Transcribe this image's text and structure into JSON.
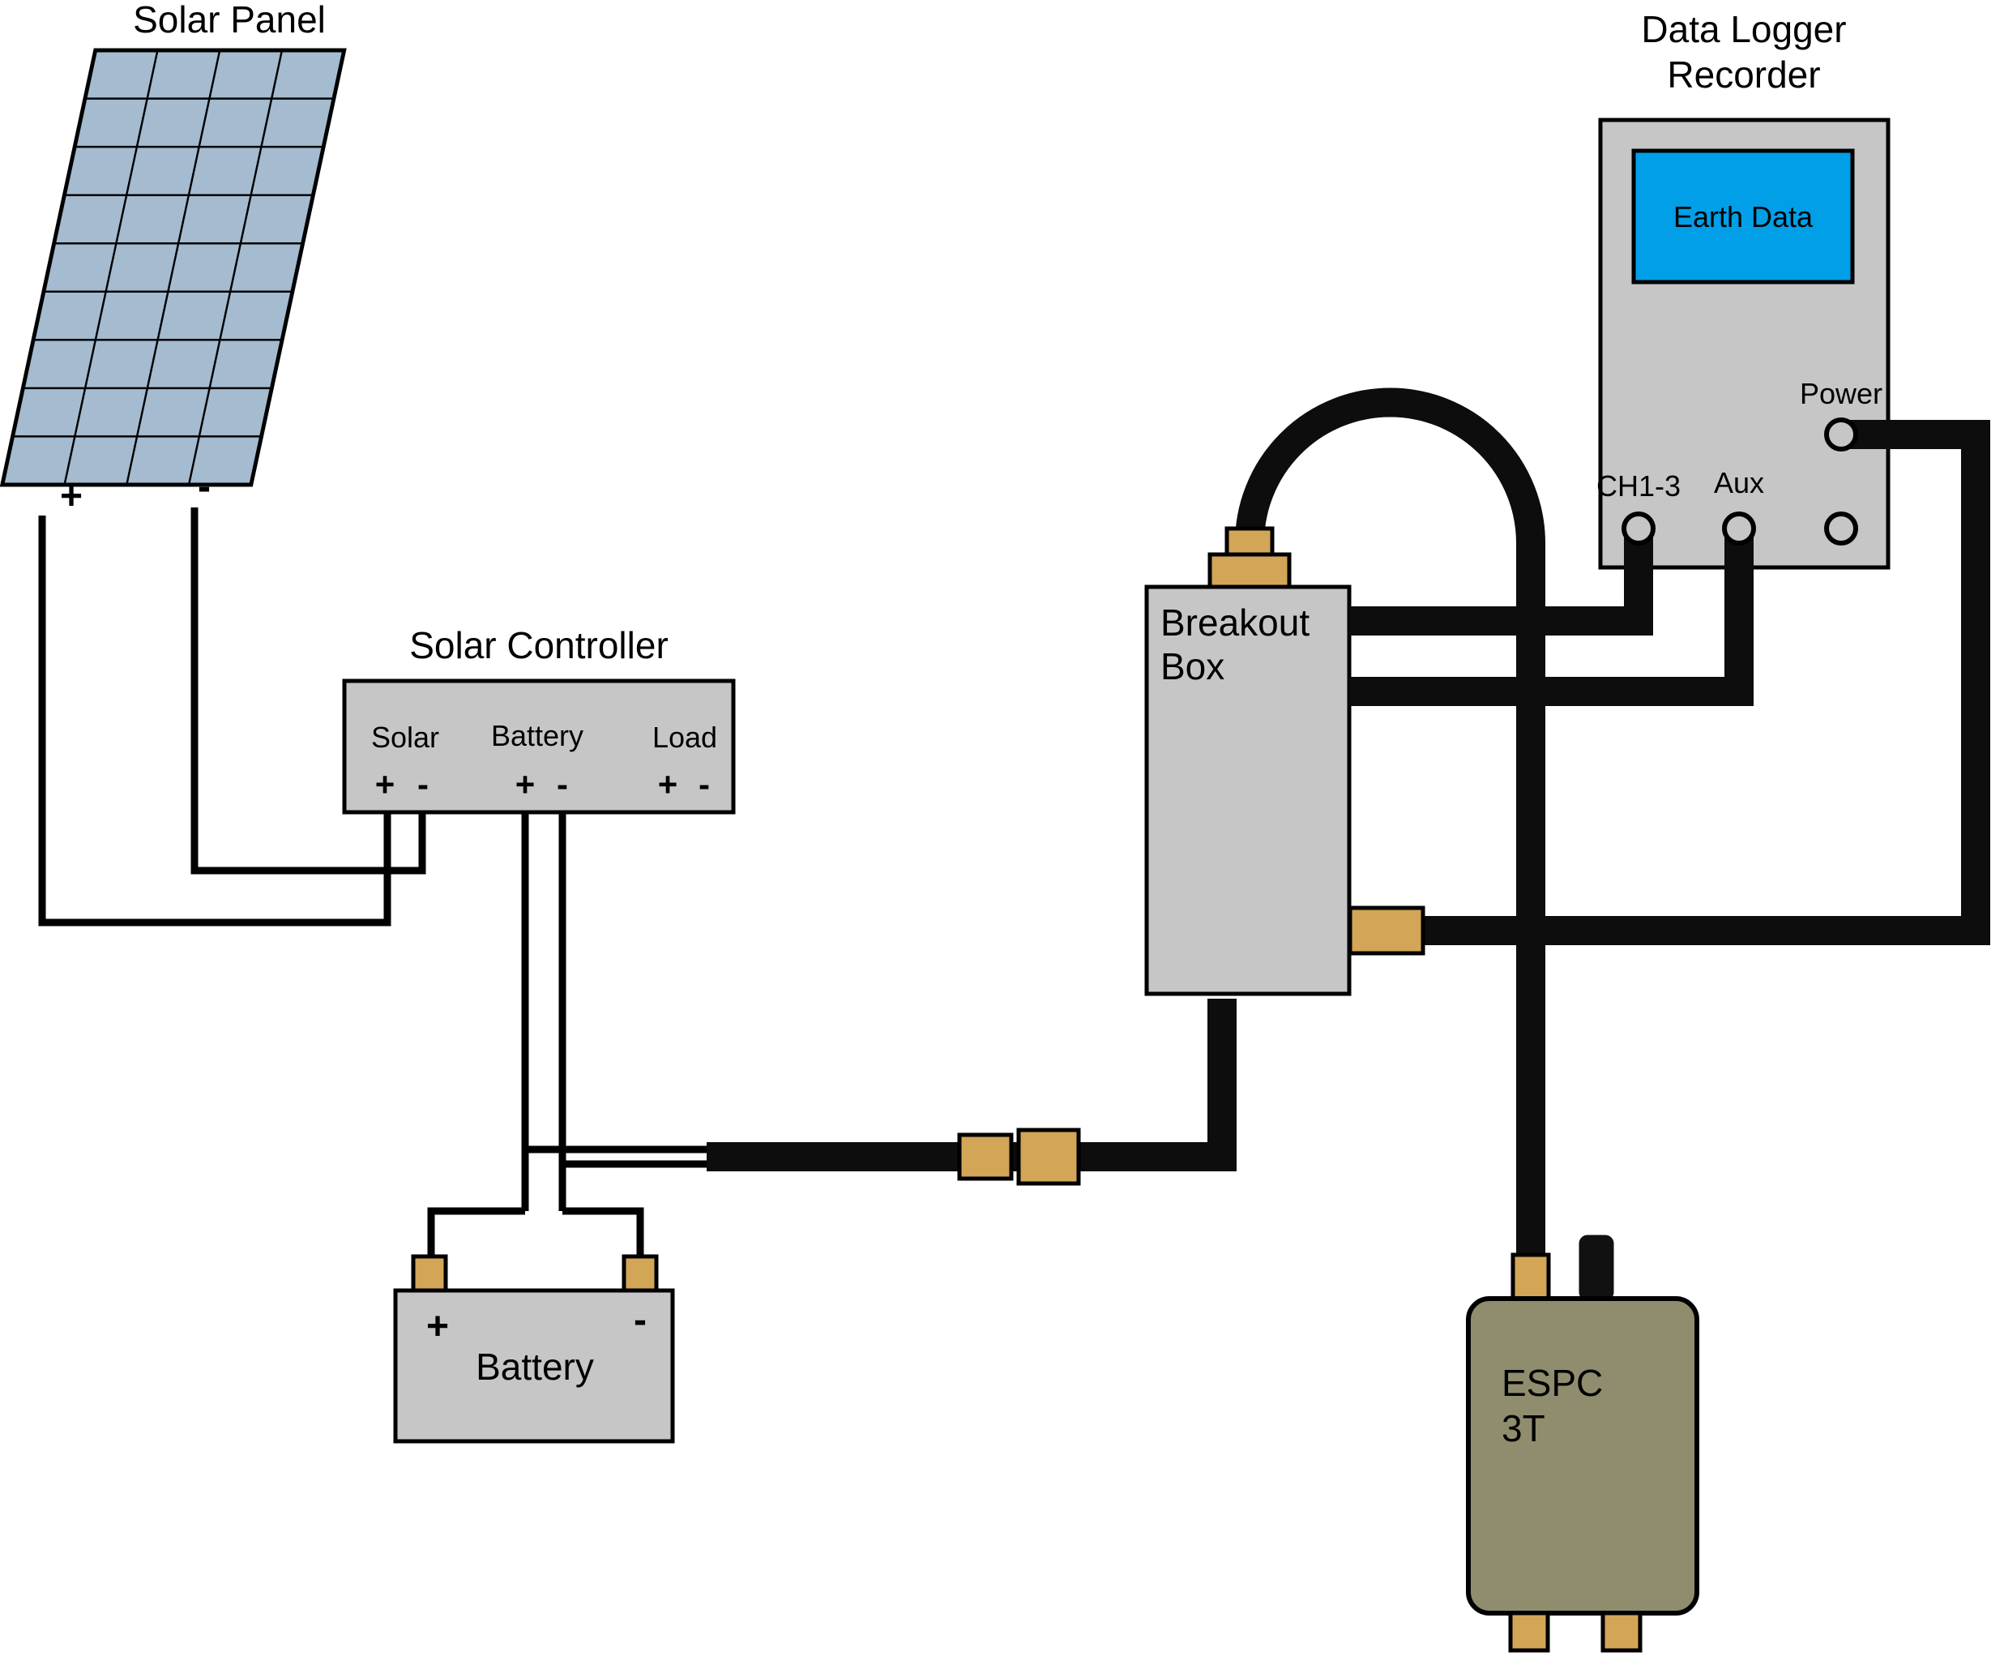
{
  "components": {
    "solar_panel": {
      "title": "Solar Panel",
      "positive": "+",
      "negative": "-"
    },
    "solar_controller": {
      "title": "Solar Controller",
      "sections": [
        {
          "label": "Solar",
          "positive": "+",
          "negative": "-"
        },
        {
          "label": "Battery",
          "positive": "+",
          "negative": "-"
        },
        {
          "label": "Load",
          "positive": "+",
          "negative": "-"
        }
      ]
    },
    "battery": {
      "label": "Battery",
      "positive": "+",
      "negative": "-"
    },
    "breakout_box": {
      "label_line1": "Breakout",
      "label_line2": "Box"
    },
    "data_logger": {
      "title_line1": "Data Logger",
      "title_line2": "Recorder",
      "screen_text": "Earth Data",
      "power_label": "Power",
      "ch13_label": "CH1-3",
      "aux_label": "Aux"
    },
    "espc_3t": {
      "label_line1": "ESPC",
      "label_line2": "3T"
    }
  },
  "colors": {
    "component_gray": "#c6c6c6",
    "solar_panel_blue": "#a4bbd0",
    "connector_tan": "#d2a557",
    "espc_olive": "#8f8d6e",
    "screen_blue": "#009fe8",
    "cable_black": "#0d0d0d"
  }
}
